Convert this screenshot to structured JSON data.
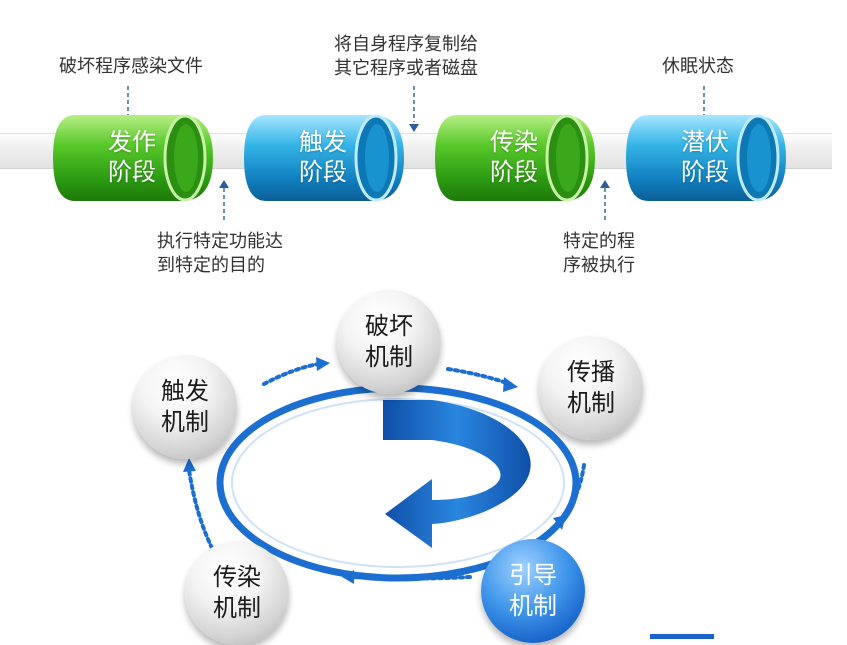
{
  "stages": [
    {
      "label": "发作\n阶段",
      "color": "green"
    },
    {
      "label": "触发\n阶段",
      "color": "blue"
    },
    {
      "label": "传染\n阶段",
      "color": "green"
    },
    {
      "label": "潜伏\n阶段",
      "color": "blue"
    }
  ],
  "notes": {
    "destroy_infect": "破坏程序感染文件",
    "copy_self": "将自身程序复制给\n其它程序或者磁盘",
    "dormant": "休眠状态",
    "execute_function": "执行特定功能达\n到特定的目的",
    "program_executed": "特定的程\n序被执行"
  },
  "mechanisms": [
    {
      "id": "destroy",
      "label": "破坏\n机制"
    },
    {
      "id": "spread",
      "label": "传播\n机制"
    },
    {
      "id": "guide",
      "label": "引导\n机制"
    },
    {
      "id": "infect",
      "label": "传染\n机制"
    },
    {
      "id": "trigger",
      "label": "触发\n机制"
    }
  ],
  "colors": {
    "green": "#3fae1b",
    "blue": "#1b9bd6",
    "arrow": "#1c6fd1",
    "ring": "#1c6fd1",
    "dash": "#6a8fb3"
  }
}
